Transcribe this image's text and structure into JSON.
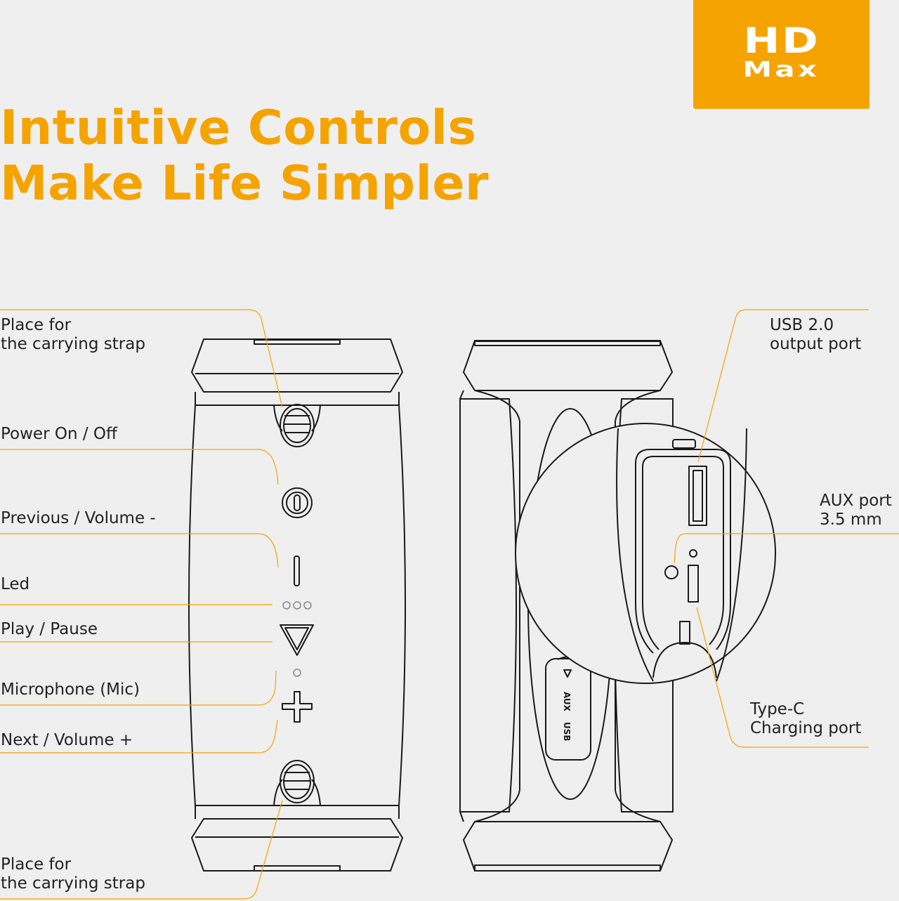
{
  "brand": {
    "line1": "HD",
    "line2": "Max",
    "color": "#f5a300"
  },
  "headline": {
    "line1": "Intuitive Controls",
    "line2": "Make Life Simpler"
  },
  "labels": {
    "strap_top_1": "Place for",
    "strap_top_2": "the carrying strap",
    "power": "Power On / Off",
    "prev": "Previous / Volume -",
    "led": "Led",
    "play": "Play / Pause",
    "mic": "Microphone (Mic)",
    "next": "Next / Volume +",
    "strap_bottom_1": "Place for",
    "strap_bottom_2": "the carrying strap",
    "usb_1": "USB 2.0",
    "usb_2": "output port",
    "aux_1": "AUX port",
    "aux_2": "3.5 mm",
    "typec_1": "Type-C",
    "typec_2": "Charging port"
  },
  "panel_labels": {
    "aux": "AUX",
    "usb": "USB"
  },
  "colors": {
    "accent": "#f5a300",
    "line": "#1a1a1a",
    "background": "#efefef"
  }
}
